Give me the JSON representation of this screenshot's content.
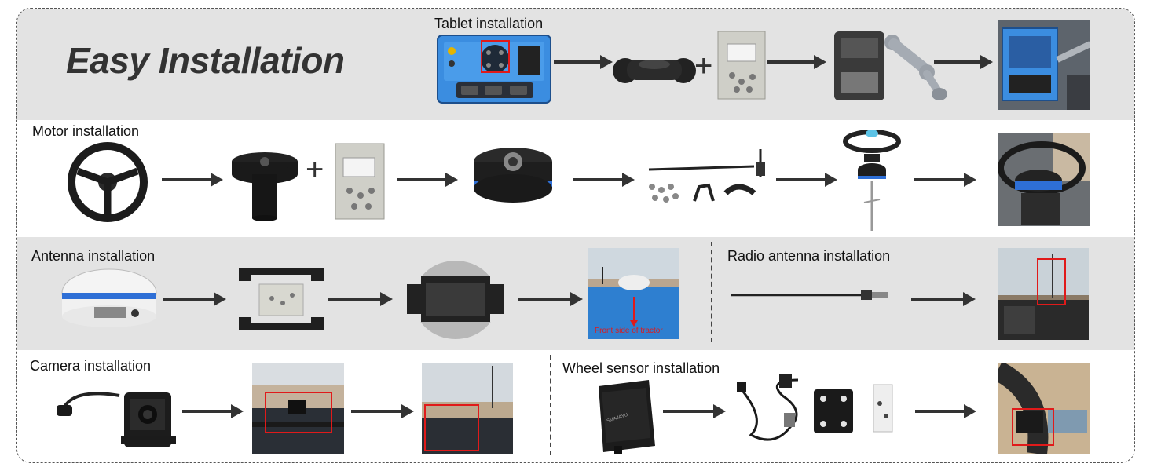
{
  "title": "Easy Installation",
  "sections": {
    "tablet": "Tablet installation",
    "motor": "Motor installation",
    "antenna": "Antenna installation",
    "radio": "Radio antenna installation",
    "camera": "Camera installation",
    "wheel": "Wheel sensor installation"
  },
  "annotations": {
    "front_side": "Front side of tractor",
    "wheel_brand": "SMAJAYU"
  },
  "icons": [
    "arrow-right-icon",
    "plus-icon"
  ],
  "colors": {
    "accent_blue": "#2e6fd6",
    "highlight_red": "#e01a1a",
    "band_gray": "#e3e3e3",
    "text_dark": "#333333"
  }
}
